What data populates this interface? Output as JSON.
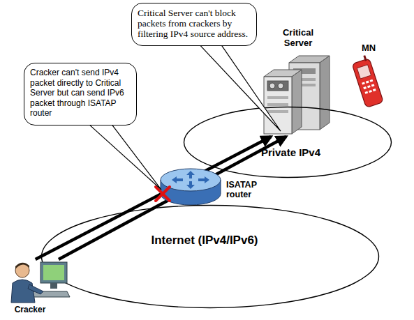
{
  "diagram": {
    "nodes": [
      {
        "text": [
          "Cracker can't send IPv4 packet directly to Critical Server but can send IPv6 packet through ISATAP router"
        ]
      },
      {
        "text": [
          "Critical Server can't block packets from crackers by filtering IPv4 source address."
        ]
      },
      {
        "text": [
          "Critical Server"
        ]
      },
      {
        "text": [
          "MN"
        ]
      },
      {
        "text": [
          "Private IPv4"
        ]
      },
      {
        "text": [
          "ISATAP router"
        ]
      },
      {
        "text": [
          "Internet (IPv4/IPv6)"
        ]
      },
      {
        "text": [
          "Cracker"
        ]
      }
    ],
    "edges": [
      {
        "from": 7,
        "to": 2,
        "arrow": "to"
      },
      {
        "from": 7,
        "to": 2,
        "arrow": "to"
      }
    ]
  }
}
